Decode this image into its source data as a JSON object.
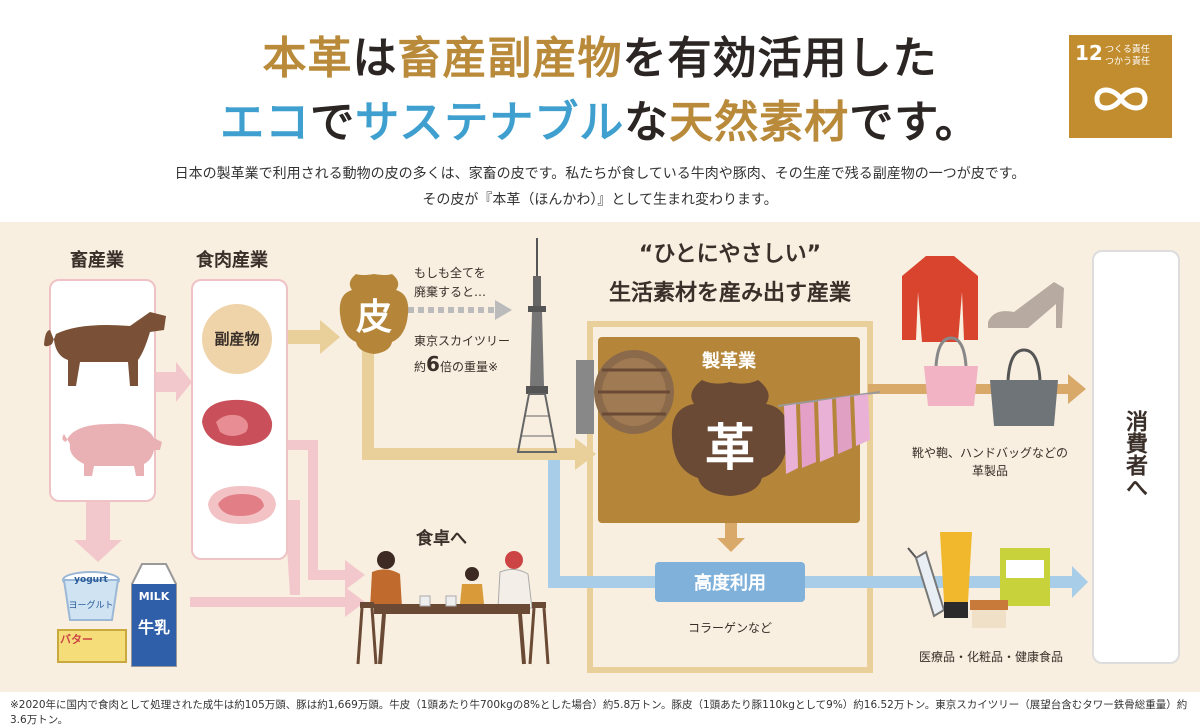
{
  "headline": {
    "line1": [
      {
        "text": "本革",
        "color": "#b98a3a"
      },
      {
        "text": "は",
        "color": "#2b2523"
      },
      {
        "text": "畜産副産物",
        "color": "#b98a3a"
      },
      {
        "text": "を有効活用した",
        "color": "#2b2523"
      }
    ],
    "line2": [
      {
        "text": "エコ",
        "color": "#3fa0cf"
      },
      {
        "text": "で",
        "color": "#2b2523"
      },
      {
        "text": "サステナブル",
        "color": "#3fa0cf"
      },
      {
        "text": "な",
        "color": "#2b2523"
      },
      {
        "text": "天然素材",
        "color": "#b98a3a"
      },
      {
        "text": "です。",
        "color": "#2b2523"
      }
    ]
  },
  "sdg": {
    "number": "12",
    "label_1": "つくる責任",
    "label_2": "つかう責任",
    "icon": "infinity-icon",
    "color": "#c28d2e"
  },
  "intro": {
    "line1": "日本の製革業で利用される動物の皮の多くは、家畜の皮です。私たちが食している牛肉や豚肉、その生産で残る副産物の一つが皮です。",
    "line2": "その皮が『本革（ほんかわ）』として生まれ変わります。"
  },
  "diagram": {
    "livestock_heading": "畜産業",
    "meat_heading": "食肉産業",
    "byproduct_label": "副産物",
    "hide_label": "皮",
    "discard_text_1": "もしも全てを",
    "discard_text_2": "廃棄すると…",
    "skytree_text_1": "東京スカイツリー",
    "skytree_text_2_pre": "約",
    "skytree_text_2_num": "6",
    "skytree_text_2_post": "倍の重量※",
    "slogan_1": "“ひとにやさしい”",
    "slogan_2": "生活素材を産み出す産業",
    "tanning_label": "製革業",
    "leather_char": "革",
    "advanced_use": "高度利用",
    "collagen": "コラーゲンなど",
    "to_table": "食卓へ",
    "leather_goods_1": "靴や鞄、ハンドバッグなどの",
    "leather_goods_2": "革製品",
    "medical": "医療品・化粧品・健康食品",
    "consumer": "消費者へ",
    "yogurt_1": "yogurt",
    "yogurt_2": "ヨーグルト",
    "butter": "バター",
    "milk_1": "MILK",
    "milk_2": "牛乳"
  },
  "footnote": "※2020年に国内で食肉として処理された成牛は約105万頭、豚は約1,669万頭。牛皮（1頭あたり牛700kgの8%とした場合）約5.8万トン。豚皮（1頭あたり豚110kgとして9%）約16.52万トン。東京スカイツリー（展望台含むタワー鉄骨総重量）約3.6万トン。",
  "colors": {
    "gold": "#b5863a",
    "pink": "#efc2c6",
    "blue": "#8dbde0",
    "band": "#f8efe0",
    "brown": "#6a4a35"
  }
}
